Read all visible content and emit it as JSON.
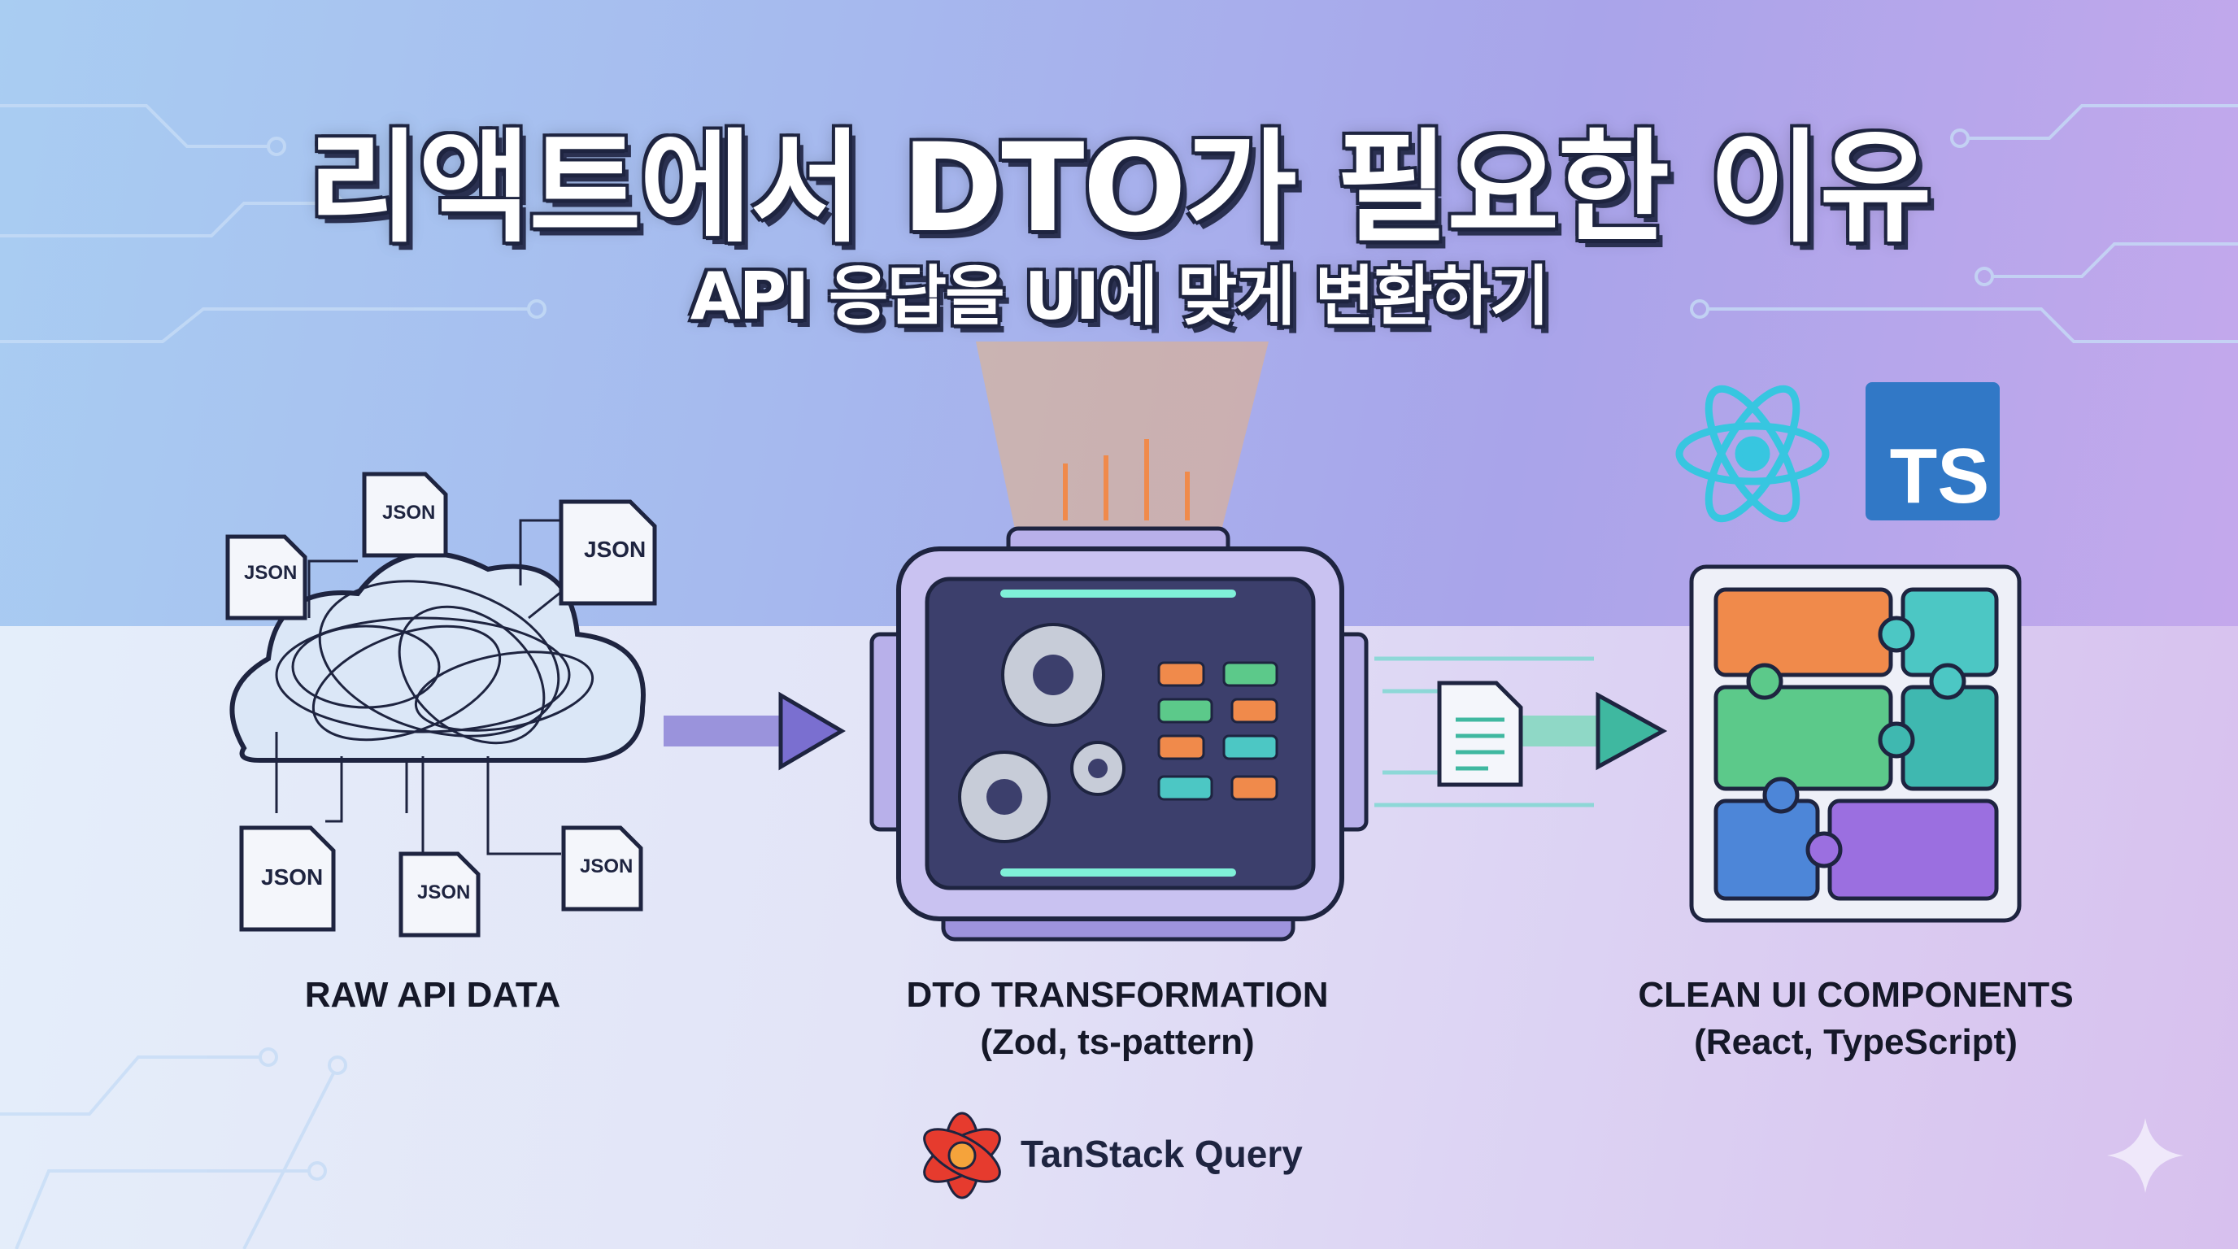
{
  "header": {
    "title": "리액트에서 DTO가 필요한 이유",
    "subtitle": "API 응답을 UI에 맞게 변환하기"
  },
  "steps": [
    {
      "label": "RAW API DATA",
      "icon": "tangled-cloud-icon",
      "files": [
        "JSON",
        "JSON",
        "JSON",
        "JSON",
        "JSON",
        "JSON"
      ]
    },
    {
      "label": "DTO TRANSFORMATION",
      "sublabel": "(Zod, ts-pattern)",
      "icon": "transformer-machine-icon"
    },
    {
      "label": "CLEAN UI COMPONENTS",
      "sublabel": "(React, TypeScript)",
      "icon": "puzzle-components-icon",
      "badges": [
        "react-logo-icon",
        "TS"
      ]
    }
  ],
  "footer": {
    "brand": "TanStack Query",
    "icon": "tanstack-logo-icon"
  },
  "colors": {
    "outline": "#1e2440",
    "arrow1": "#7a6fd0",
    "arrow2": "#3fb8a0",
    "orange": "#f08a4b",
    "green": "#5cc98a",
    "teal": "#4cc7c4",
    "blue": "#4d86d8",
    "purple": "#9b6fe0",
    "ts": "#3178c6",
    "react": "#37c6e0"
  }
}
